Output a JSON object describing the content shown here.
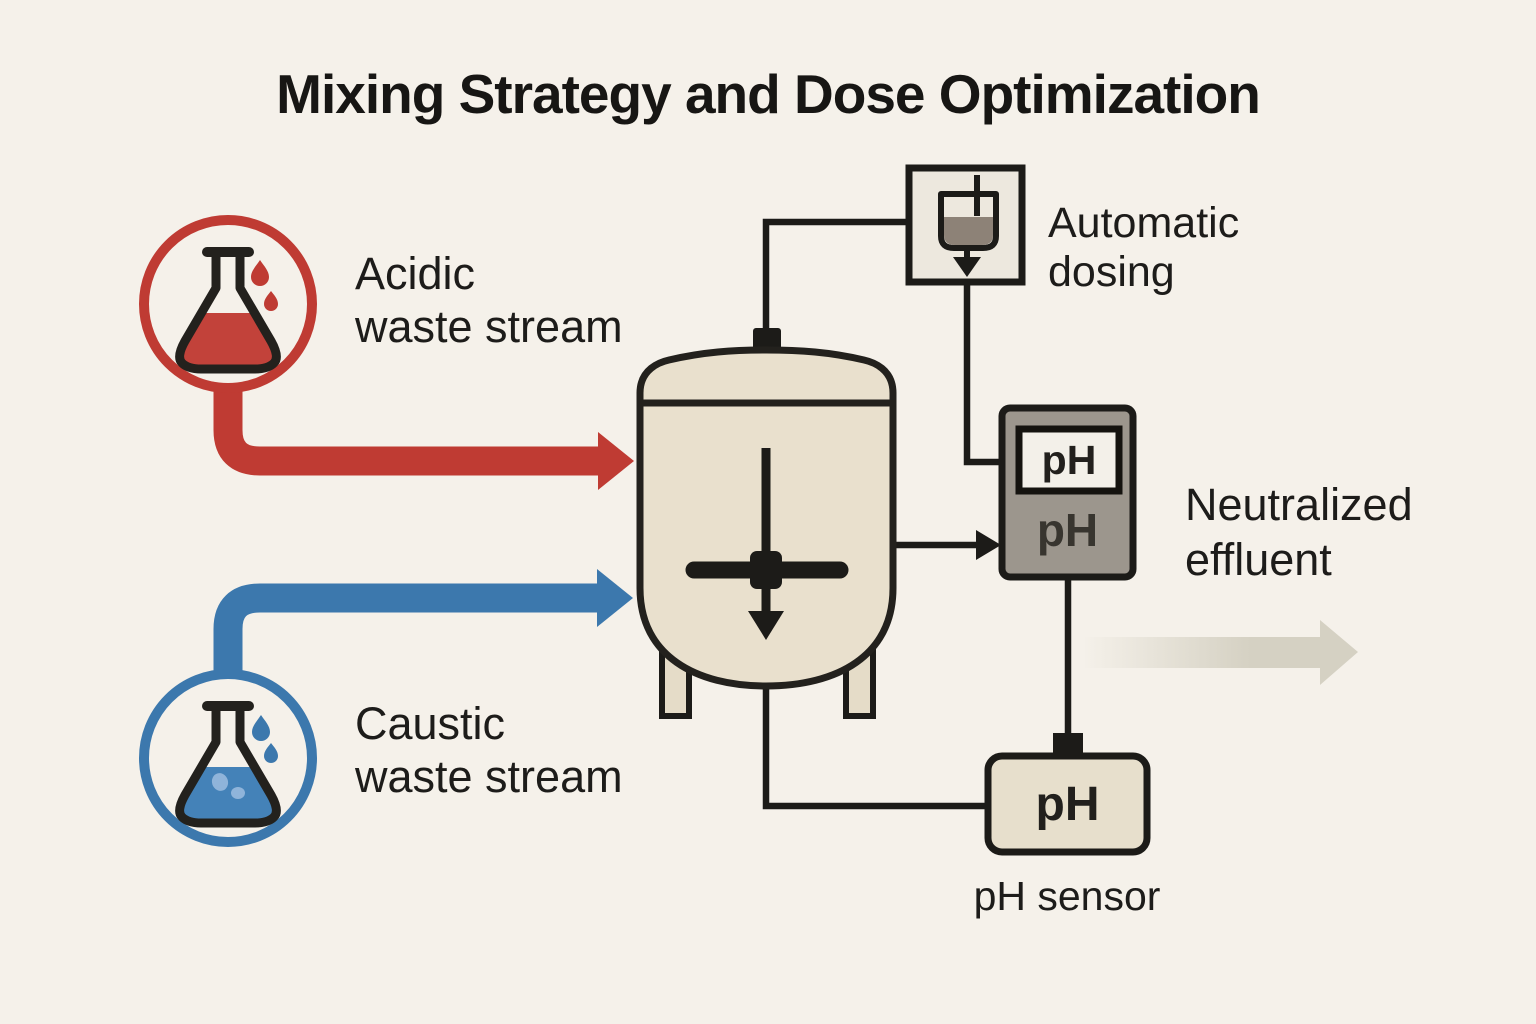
{
  "title": "Mixing Strategy and Dose Optimization",
  "streams": {
    "acidic": {
      "line1": "Acidic",
      "line2": "waste stream",
      "color": "#bf3b33"
    },
    "caustic": {
      "line1": "Caustic",
      "line2": "waste stream",
      "color": "#3c78ad"
    }
  },
  "dosing": {
    "line1": "Automatic",
    "line2": "dosing"
  },
  "effluent": {
    "line1": "Neutralized",
    "line2": "effluent"
  },
  "controller": {
    "display_text": "pH",
    "body_text": "pH"
  },
  "sensor": {
    "display_text": "pH",
    "caption": "pH sensor"
  },
  "icons": {
    "acidic_flask": "erlenmeyer-flask-red-with-drops",
    "caustic_flask": "erlenmeyer-flask-blue-with-drops-and-bubbles",
    "mixing_tank": "stirred-tank-with-agitator-and-down-arrow",
    "dosing_unit": "dosing-container-with-down-arrow",
    "effluent_arrow": "fading-gray-right-arrow"
  },
  "colors": {
    "background": "#f5f1ea",
    "ink": "#1c1b18",
    "acid_red": "#bf3b33",
    "caustic_blue": "#3c78ad",
    "tank_fill": "#e9e0cd",
    "dosing_box_fill": "#ede8de",
    "controller_gray": "#9c968d",
    "display_fill": "#f3f0e9",
    "sensor_fill": "#e7dfcc",
    "effluent_gray": "#d5d1c3"
  }
}
